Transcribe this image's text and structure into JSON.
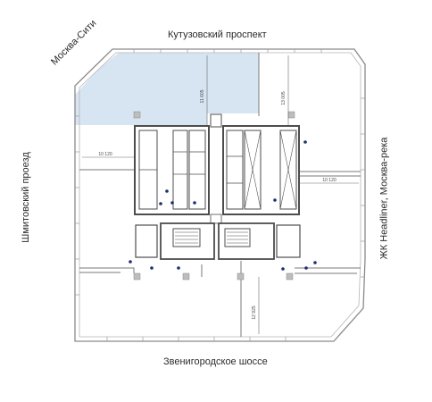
{
  "streets": {
    "north": "Кутузовский проспект",
    "south": "Звенигородское шоссе",
    "west": "Шмитовский проезд",
    "east": "ЖК Headliner, Москва-река",
    "northwest": "Москва-Сити"
  },
  "dimensions": {
    "d_top_left": "11 605",
    "d_top_right": "13 005",
    "d_left": "10 120",
    "d_right": "10 120",
    "d_bottom": "12 925"
  },
  "colors": {
    "highlight_area": "#d7e5f3",
    "walls": "#4d4d4d",
    "drop_markers": "#1d2f6e"
  }
}
